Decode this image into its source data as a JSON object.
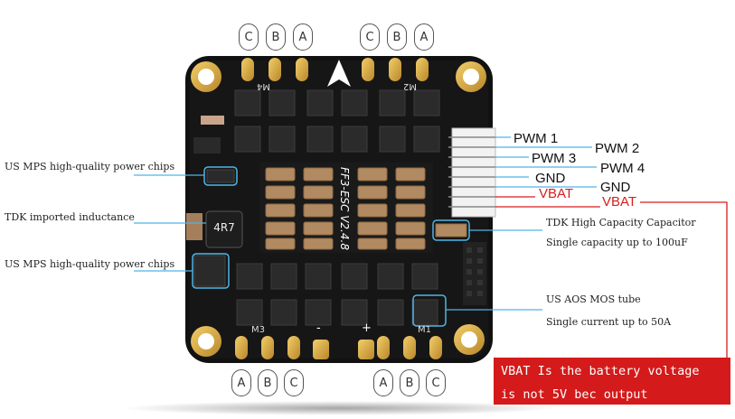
{
  "motor_pads": {
    "top_left": [
      "C",
      "B",
      "A"
    ],
    "top_right": [
      "C",
      "B",
      "A"
    ],
    "bottom_left": [
      "A",
      "B",
      "C"
    ],
    "bottom_right": [
      "A",
      "B",
      "C"
    ]
  },
  "board": {
    "model": "FF3-ESC V2.4.8",
    "inductor_marking": "4R7",
    "motor_labels": [
      "M4",
      "M2",
      "M3",
      "M1"
    ],
    "polarity_labels": [
      "-",
      "+"
    ]
  },
  "pin_labels": {
    "left_column": [
      "PWM 1",
      "PWM 3",
      "GND",
      "VBAT"
    ],
    "right_column": [
      "PWM 2",
      "PWM 4",
      "GND",
      "VBAT"
    ]
  },
  "callouts": {
    "power_chips_top": "US MPS high-quality power chips",
    "inductance": "TDK imported inductance",
    "power_chips_bottom": "US MPS high-quality power chips",
    "capacitor_line1": "TDK High Capacity Capacitor",
    "capacitor_line2": "Single capacity up to 100uF",
    "mos_line1": "US AOS MOS tube",
    "mos_line2": "Single current up to 50A"
  },
  "note": {
    "line1": "VBAT Is the battery voltage",
    "line2": "is not 5V bec output"
  },
  "colors": {
    "board": "#111111",
    "gold": "#d9a93a",
    "capacitor": "#b28a62",
    "callout_line": "#4fb5e6",
    "vbat_red": "#d71d1d"
  }
}
